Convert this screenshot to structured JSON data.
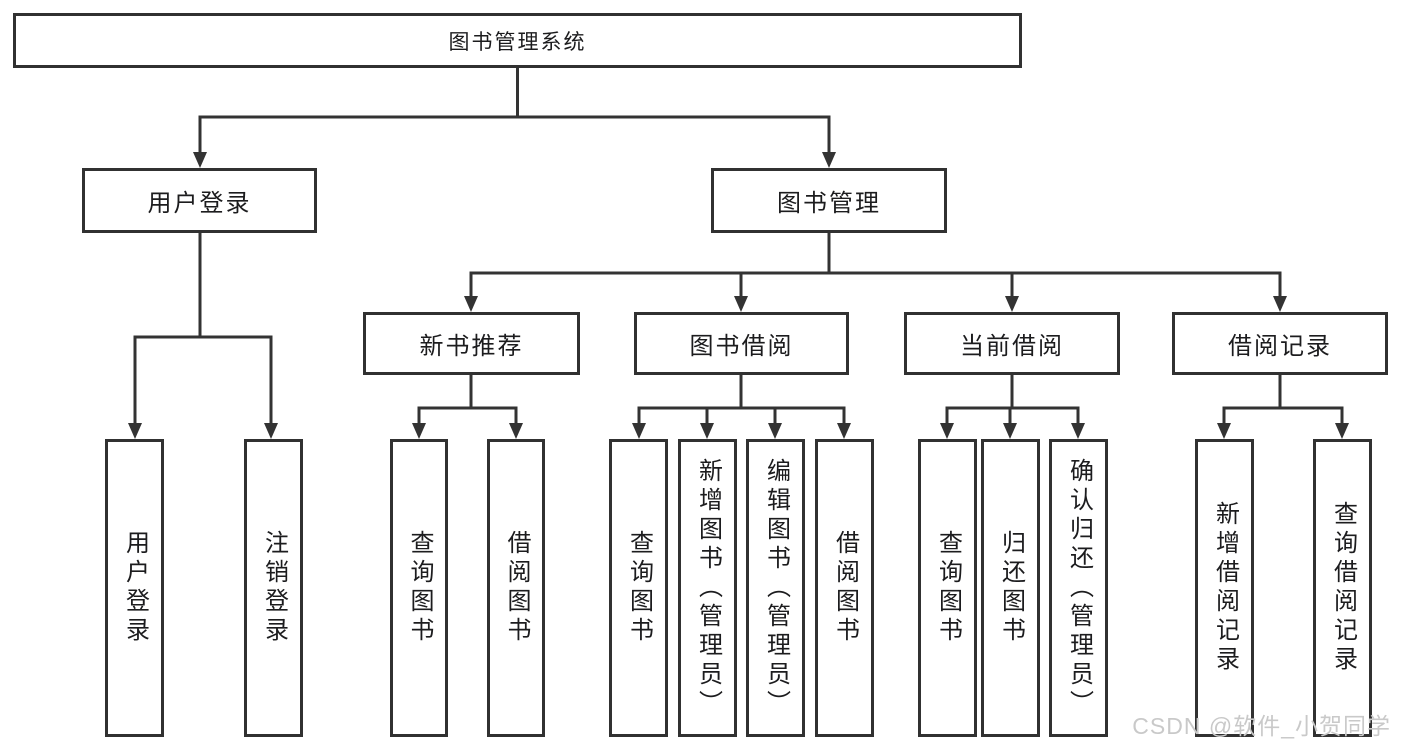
{
  "nodes": {
    "root": {
      "label": "图书管理系统"
    },
    "user_login": {
      "label": "用户登录"
    },
    "book_mgmt": {
      "label": "图书管理"
    },
    "new_book_rec": {
      "label": "新书推荐"
    },
    "book_borrow": {
      "label": "图书借阅"
    },
    "current_borrow": {
      "label": "当前借阅"
    },
    "borrow_records": {
      "label": "借阅记录"
    },
    "leaf_user_login": {
      "label": "用户登录"
    },
    "leaf_logout": {
      "label": "注销登录"
    },
    "leaf_nb_query": {
      "label": "查询图书"
    },
    "leaf_nb_borrow": {
      "label": "借阅图书"
    },
    "leaf_bb_query": {
      "label": "查询图书"
    },
    "leaf_bb_add": {
      "label": "新增图书（管理员）"
    },
    "leaf_bb_edit": {
      "label": "编辑图书（管理员）"
    },
    "leaf_bb_borrow": {
      "label": "借阅图书"
    },
    "leaf_cb_query": {
      "label": "查询图书"
    },
    "leaf_cb_return": {
      "label": "归还图书"
    },
    "leaf_cb_confirm": {
      "label": "确认归还（管理员）"
    },
    "leaf_br_add": {
      "label": "新增借阅记录"
    },
    "leaf_br_query": {
      "label": "查询借阅记录"
    }
  },
  "watermark": {
    "text": "CSDN @软件_小贺同学"
  },
  "colors": {
    "line": "#333333",
    "box_border": "#313131",
    "text": "#1c1c1e",
    "watermark": "#c9c9c9",
    "background": "#ffffff"
  }
}
